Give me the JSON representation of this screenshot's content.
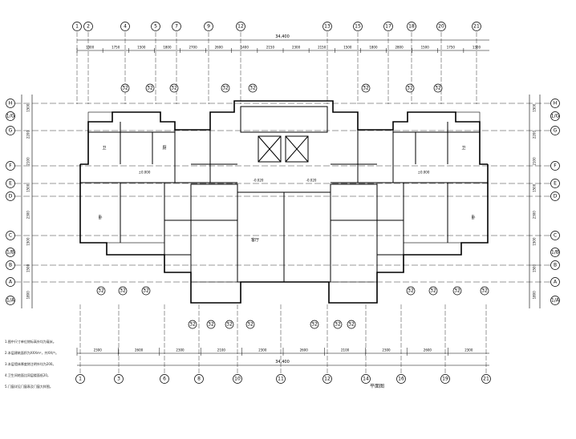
{
  "drawing": {
    "bottom_axis_labels": [
      "1",
      "3",
      "6",
      "8",
      "10",
      "11",
      "12",
      "14",
      "16",
      "19",
      "21"
    ],
    "top_axis_labels": [
      "1",
      "2",
      "4",
      "5",
      "7",
      "9",
      "12",
      "13",
      "15",
      "17",
      "18",
      "20",
      "21"
    ],
    "left_axis_labels": [
      "H",
      "G",
      "F",
      "E",
      "D",
      "C",
      "B",
      "A"
    ],
    "right_axis_labels": [
      "H",
      "G",
      "F",
      "E",
      "D",
      "C",
      "B",
      "A"
    ],
    "half_axis_labels": [
      "1/G",
      "1/B",
      "1/A"
    ],
    "overall_width_dim": "34,400",
    "top_dims": [
      "1300",
      "1750",
      "1500",
      "1800",
      "2700",
      "2600",
      "1400",
      "2150",
      "2300",
      "2150",
      "1500",
      "1800",
      "2800",
      "1500",
      "1750",
      "1300"
    ],
    "bottom_dims": [
      "2300",
      "2600",
      "2300",
      "2100",
      "2300",
      "2600",
      "2100",
      "2300",
      "2600",
      "2300"
    ],
    "left_dims": [
      "1500",
      "2200",
      "2100",
      "1500",
      "2300",
      "1500",
      "1500",
      "1800"
    ],
    "right_dims": [
      "1500",
      "2200",
      "2100",
      "1500",
      "2300",
      "1500",
      "1500",
      "1800"
    ],
    "section_mark": "32",
    "room_labels": [
      "卫",
      "厨",
      "卧",
      "客厅",
      "卧",
      "卫"
    ],
    "elev_labels": [
      "±0.000",
      "-0.020",
      "-0.020",
      "±0.000"
    ],
    "stroke_color": "#000000"
  },
  "notes": [
    "1.图中尺寸单位除标高外均为毫米。",
    "2.本层建筑面积为XXXm²，共XX户。",
    "3.本层墙体厚度除注明外均为200。",
    "4.卫生间地面比同层楼面低20。",
    "5.门窗详见门窗表及门窗大样图。"
  ],
  "caption": "平面图"
}
